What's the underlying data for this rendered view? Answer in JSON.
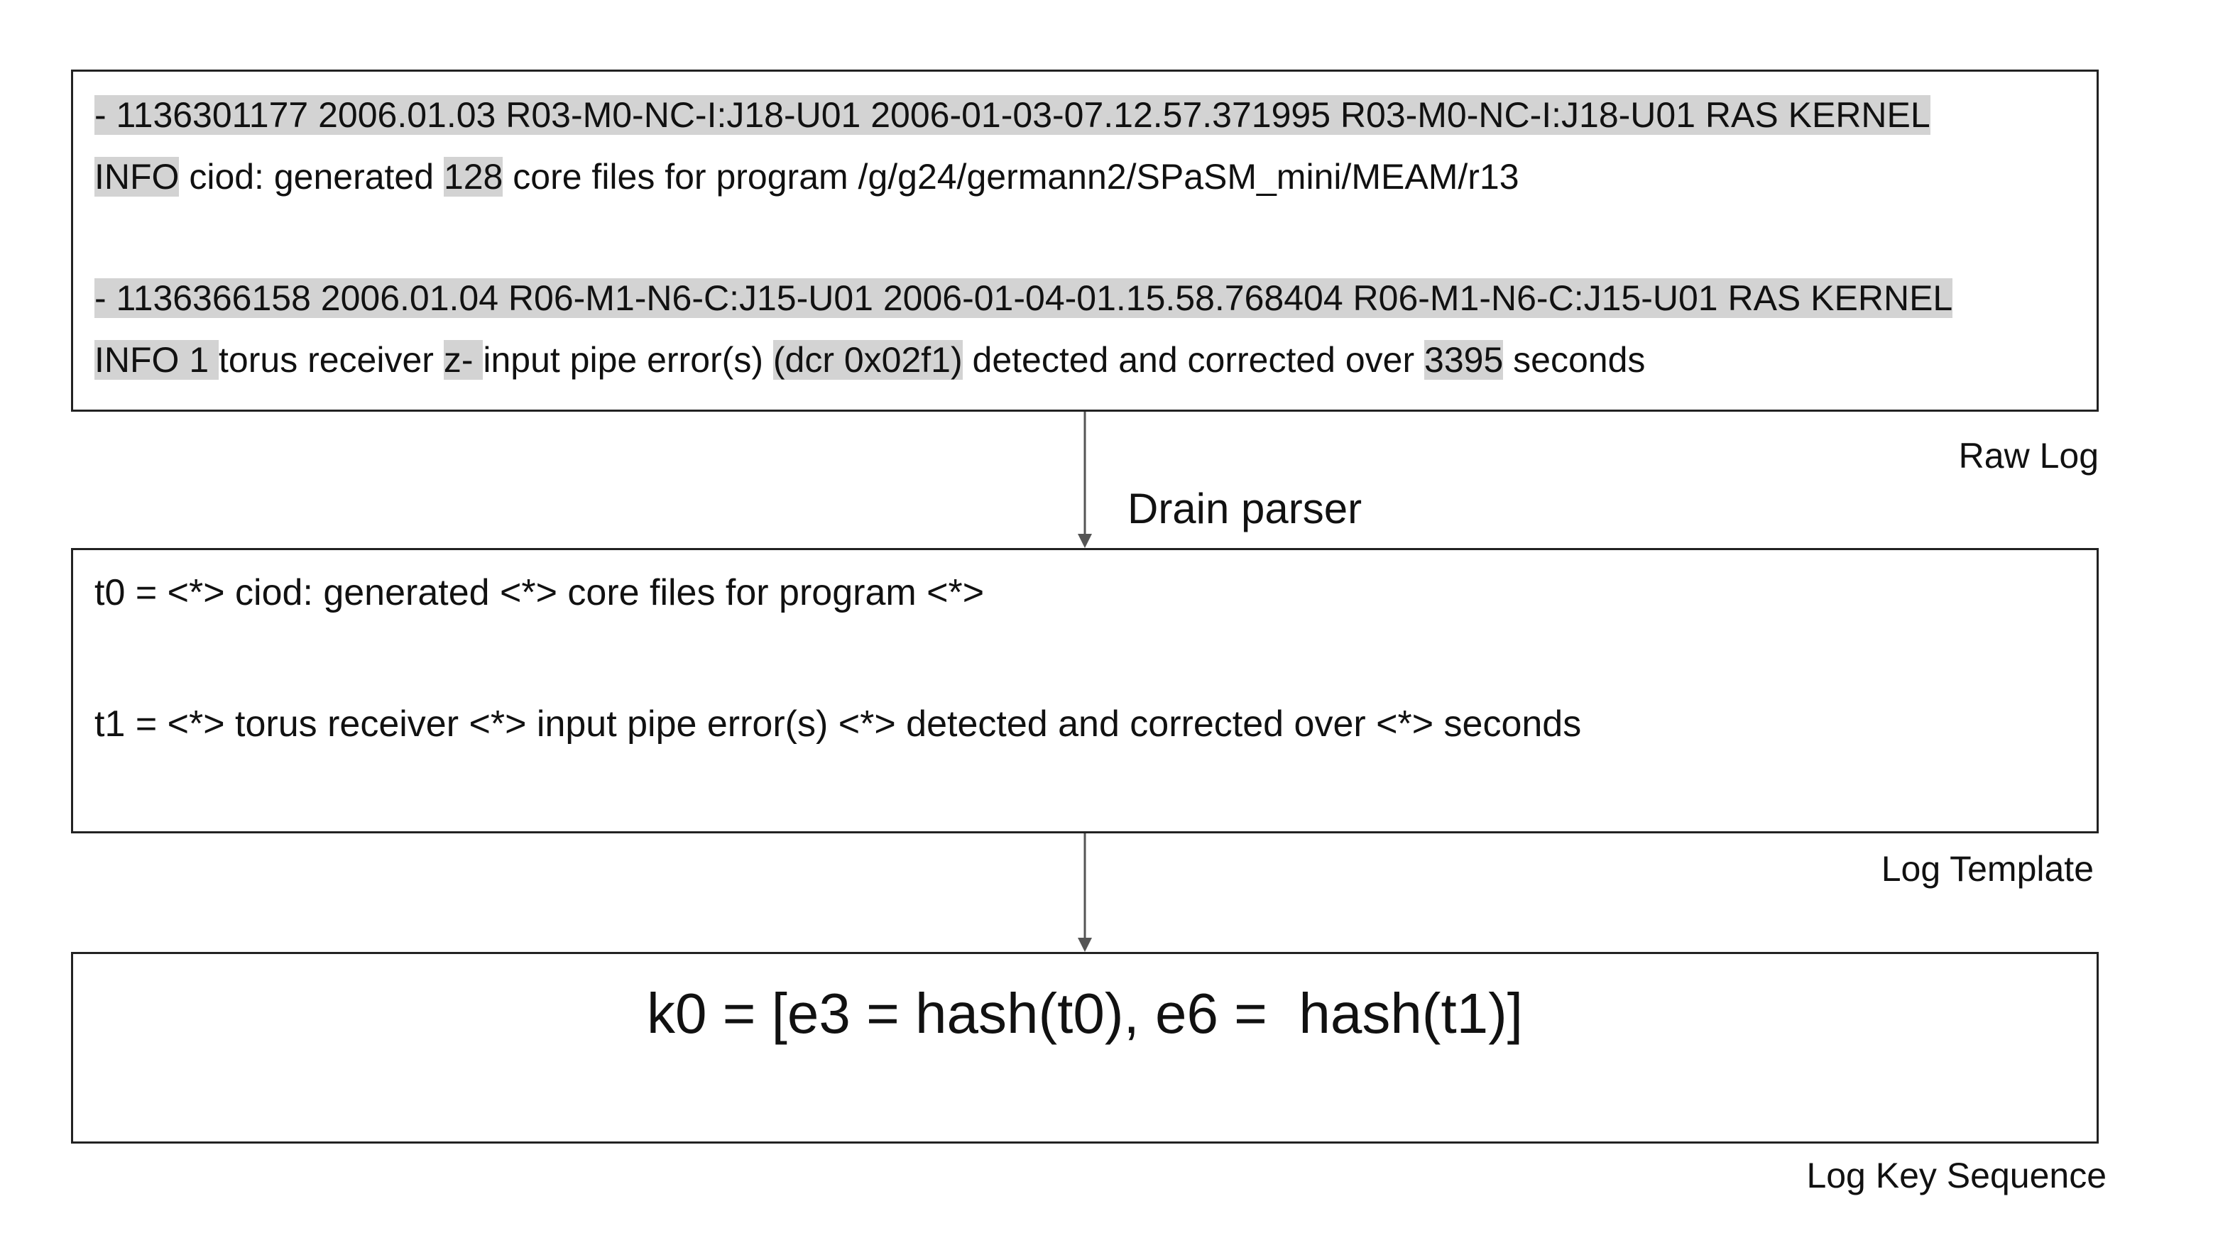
{
  "raw_log": {
    "caption": "Raw Log",
    "entries": [
      {
        "line1": [
          {
            "text": "- 1136301177 2006.01.03 R03-M0-NC-I:J18-U01 2006-01-03-07.12.57.371995 R03-M0-NC-I:J18-U01 RAS KERNEL",
            "highlight": true
          }
        ],
        "line2": [
          {
            "text": "INFO",
            "highlight": true
          },
          {
            "text": " ciod: generated ",
            "highlight": false
          },
          {
            "text": "128",
            "highlight": true
          },
          {
            "text": " core files for program /g/g24/germann2/SPaSM_mini/MEAM/r13",
            "highlight": false
          }
        ]
      },
      {
        "line1": [
          {
            "text": "- 1136366158 2006.01.04 R06-M1-N6-C:J15-U01 2006-01-04-01.15.58.768404 R06-M1-N6-C:J15-U01 RAS KERNEL",
            "highlight": true
          }
        ],
        "line2": [
          {
            "text": "INFO 1 ",
            "highlight": true
          },
          {
            "text": "torus receiver ",
            "highlight": false
          },
          {
            "text": "z- ",
            "highlight": true
          },
          {
            "text": "input pipe error(s) ",
            "highlight": false
          },
          {
            "text": "(dcr 0x02f1)",
            "highlight": true
          },
          {
            "text": " detected and corrected over ",
            "highlight": false
          },
          {
            "text": "3395",
            "highlight": true
          },
          {
            "text": " seconds",
            "highlight": false
          }
        ]
      }
    ]
  },
  "parser_label": "Drain parser",
  "log_template": {
    "caption": "Log Template",
    "lines": [
      "t0 = <*> ciod: generated <*> core files for program <*>",
      "t1 = <*> torus receiver <*> input pipe error(s) <*> detected and corrected over <*> seconds"
    ]
  },
  "log_key_sequence": {
    "caption": "Log Key Sequence",
    "expression": "k0 = [e3 = hash(t0), e6 =  hash(t1)]"
  },
  "colors": {
    "highlight": "#d3d3d3",
    "border": "#222222",
    "arrow": "#555555"
  }
}
